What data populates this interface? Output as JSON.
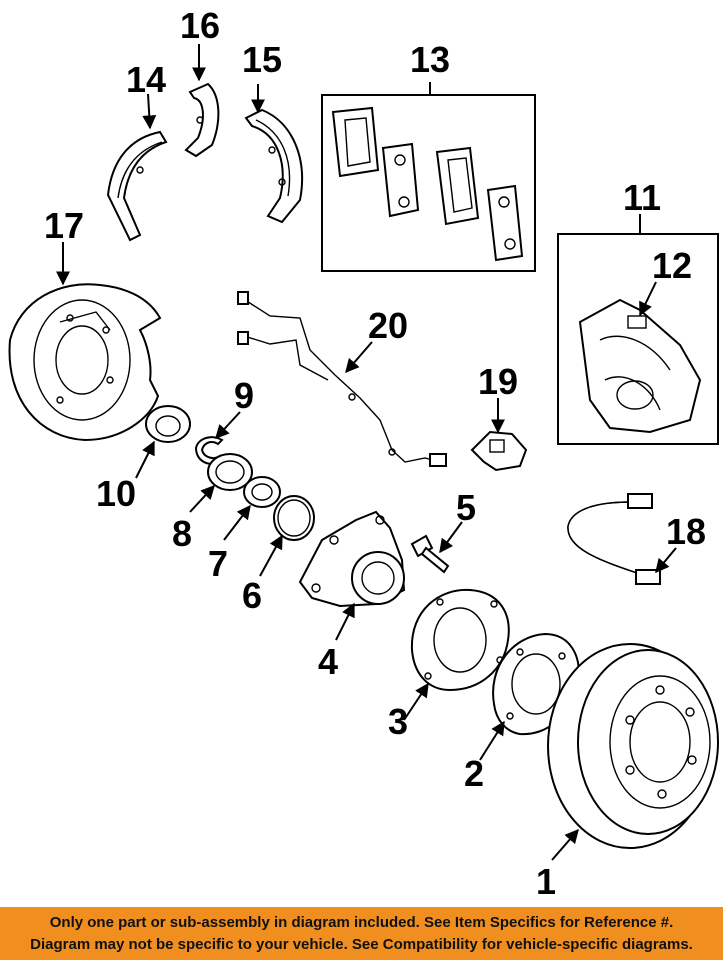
{
  "callouts": {
    "c1": "1",
    "c2": "2",
    "c3": "3",
    "c4": "4",
    "c5": "5",
    "c6": "6",
    "c7": "7",
    "c8": "8",
    "c9": "9",
    "c10": "10",
    "c11": "11",
    "c12": "12",
    "c13": "13",
    "c14": "14",
    "c15": "15",
    "c16": "16",
    "c17": "17",
    "c18": "18",
    "c19": "19",
    "c20": "20"
  },
  "footer": {
    "line1": "Only one part or sub-assembly in diagram included. See Item Specifics for Reference #.",
    "line2": "Diagram may not be specific to your vehicle. See Compatibility for vehicle-specific diagrams."
  },
  "colors": {
    "footer_background": "#f08f1f",
    "line_art": "#000000"
  }
}
